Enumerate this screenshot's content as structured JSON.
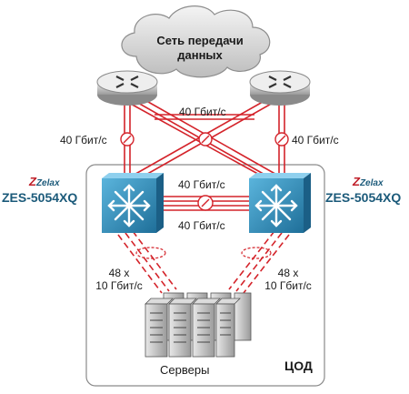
{
  "cloud": {
    "line1": "Сеть передачи",
    "line2": "данных"
  },
  "links": {
    "routers_cross": "40 Гбит/с",
    "left_uplink": "40 Гбит/с",
    "right_uplink": "40 Гбит/с",
    "interswitch_top": "40 Гбит/с",
    "interswitch_bottom": "40 Гбит/с",
    "left_down_line1": "48 x",
    "left_down_line2": "10 Гбит/с",
    "right_down_line1": "48 x",
    "right_down_line2": "10 Гбит/с"
  },
  "switches": {
    "left": {
      "logo": "Zelax",
      "model": "ZES-5054XQ"
    },
    "right": {
      "logo": "Zelax",
      "model": "ZES-5054XQ"
    }
  },
  "datacenter_label": "ЦОД",
  "servers_label": "Серверы",
  "colors": {
    "link": "#d4232a",
    "switch": "#2f8fbf",
    "frame": "#8a8a8a",
    "brand": "#1b5a7a"
  }
}
